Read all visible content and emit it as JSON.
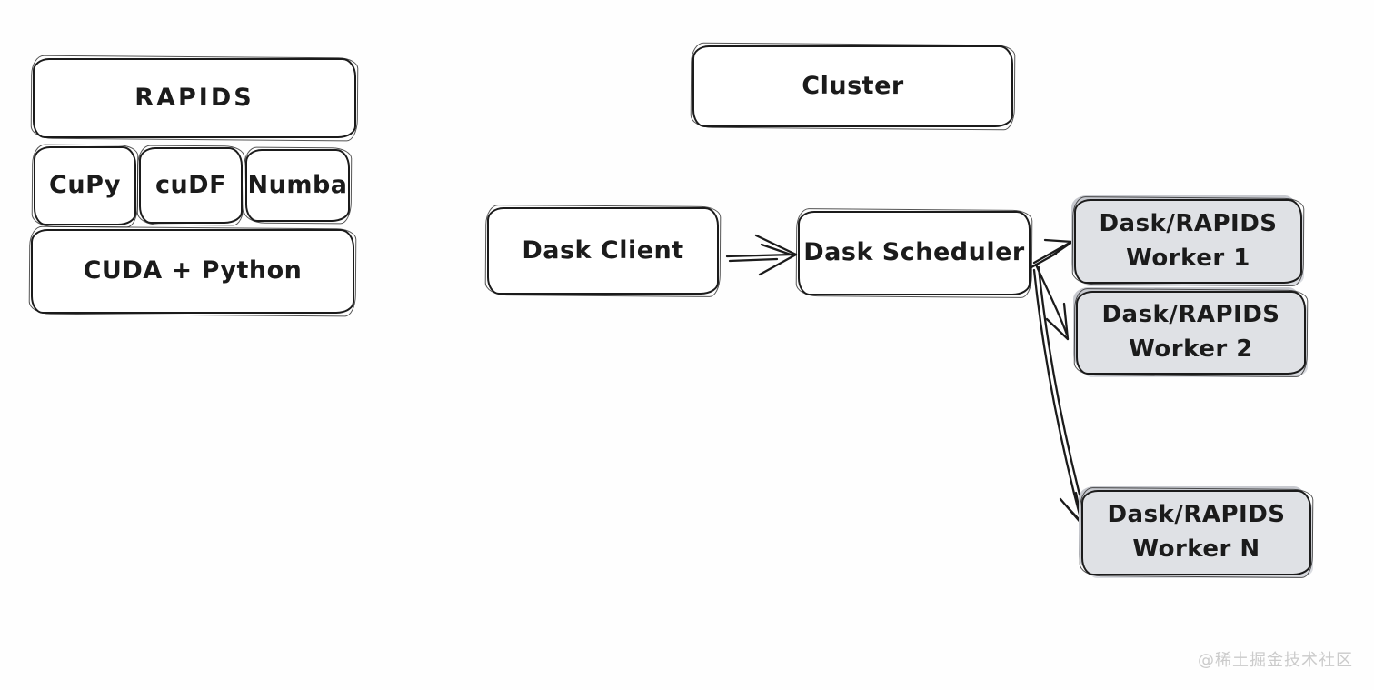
{
  "palette": {
    "background": "#fefefe",
    "ink": "#1b1b1b",
    "worker_fill": "#dfe1e5",
    "shadow": "#c7c9cf",
    "watermark_color": "#cbcbcb"
  },
  "rapids_stack": {
    "title": "RAPIDS",
    "libraries": [
      "CuPy",
      "cuDF",
      "Numba"
    ],
    "foundation": "CUDA + Python"
  },
  "dask_cluster": {
    "title": "Cluster",
    "client": "Dask Client",
    "scheduler": "Dask Scheduler",
    "workers": [
      {
        "line1": "Dask/RAPIDS",
        "line2": "Worker 1"
      },
      {
        "line1": "Dask/RAPIDS",
        "line2": "Worker 2"
      },
      {
        "line1": "Dask/RAPIDS",
        "line2": "Worker N"
      }
    ]
  },
  "watermark": "@稀土掘金技术社区"
}
